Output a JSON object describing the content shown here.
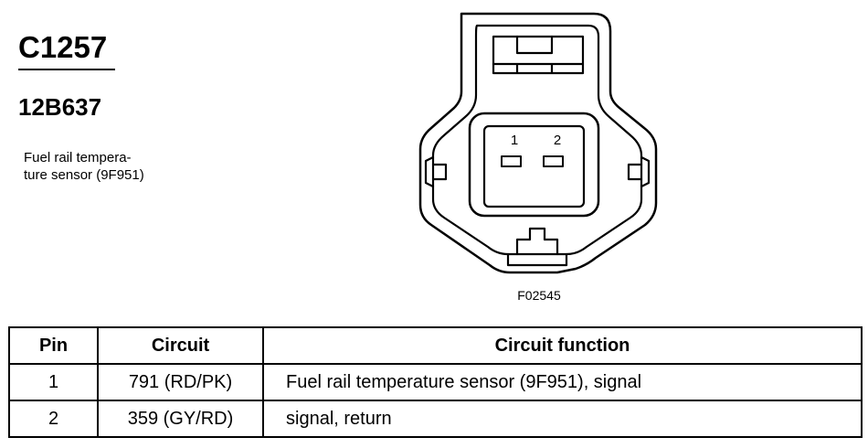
{
  "connector": {
    "id": "C1257",
    "part_number": "12B637",
    "description_lines": [
      "Fuel rail tempera-",
      "ture sensor (9F951)"
    ],
    "figure_id": "F02545",
    "pin_labels": [
      "1",
      "2"
    ]
  },
  "table": {
    "headers": [
      "Pin",
      "Circuit",
      "Circuit function"
    ],
    "rows": [
      {
        "pin": "1",
        "circuit": "791 (RD/PK)",
        "function": "Fuel rail temperature sensor (9F951), signal"
      },
      {
        "pin": "2",
        "circuit": "359 (GY/RD)",
        "function": "signal, return"
      }
    ]
  }
}
